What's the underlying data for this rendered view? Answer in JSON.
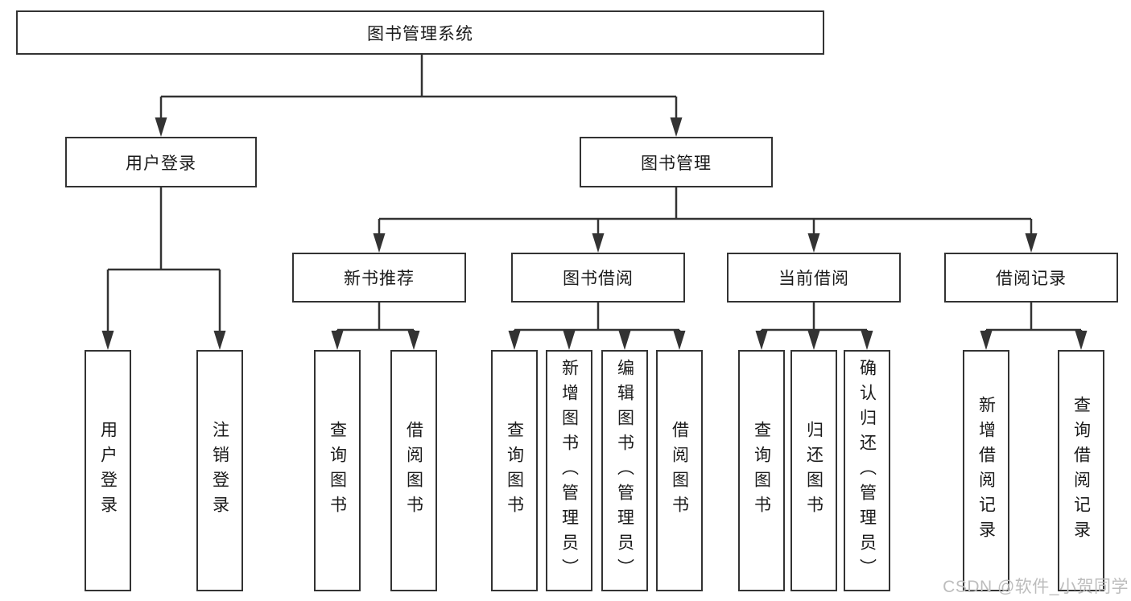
{
  "tree": {
    "root": {
      "label": "图书管理系统"
    },
    "branches": [
      {
        "label": "用户登录",
        "children": [
          {
            "label": "用户登录"
          },
          {
            "label": "注销登录"
          }
        ]
      },
      {
        "label": "图书管理",
        "children": [
          {
            "label": "新书推荐",
            "children": [
              {
                "label": "查询图书"
              },
              {
                "label": "借阅图书"
              }
            ]
          },
          {
            "label": "图书借阅",
            "children": [
              {
                "label": "查询图书"
              },
              {
                "label": "新增图书（管理员）"
              },
              {
                "label": "编辑图书（管理员）"
              },
              {
                "label": "借阅图书"
              }
            ]
          },
          {
            "label": "当前借阅",
            "children": [
              {
                "label": "查询图书"
              },
              {
                "label": "归还图书"
              },
              {
                "label": "确认归还（管理员）"
              }
            ]
          },
          {
            "label": "借阅记录",
            "children": [
              {
                "label": "新增借阅记录"
              },
              {
                "label": "查询借阅记录"
              }
            ]
          }
        ]
      }
    ]
  },
  "watermark": "CSDN @软件_小贺同学",
  "colors": {
    "line": "#333333",
    "box_border": "#333333",
    "box_background": "#ffffff",
    "text": "#1a1a1a",
    "watermark": "#bdbdbd"
  }
}
